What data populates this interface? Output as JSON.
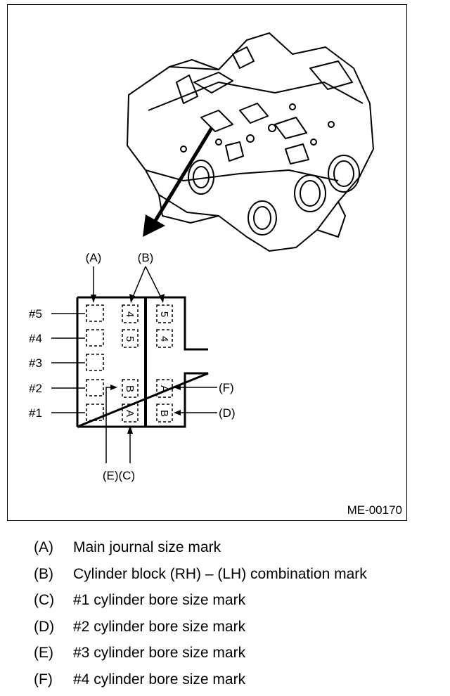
{
  "figure": {
    "code": "ME-00170",
    "callouts": {
      "A": "(A)",
      "B": "(B)",
      "C": "(C)",
      "D": "(D)",
      "E": "(E)",
      "F": "(F)",
      "EC": "(E)(C)"
    },
    "cylinders": [
      "#5",
      "#4",
      "#3",
      "#2",
      "#1"
    ],
    "left_marks": [
      "4",
      "5",
      "B",
      "A"
    ],
    "right_marks": [
      "5",
      "4",
      "A",
      "B"
    ]
  },
  "legend": [
    {
      "key": "(A)",
      "text": "Main journal size mark"
    },
    {
      "key": "(B)",
      "text": "Cylinder block (RH) – (LH) combination mark"
    },
    {
      "key": "(C)",
      "text": "#1 cylinder bore size mark"
    },
    {
      "key": "(D)",
      "text": "#2 cylinder bore size mark"
    },
    {
      "key": "(E)",
      "text": "#3 cylinder bore size mark"
    },
    {
      "key": "(F)",
      "text": "#4 cylinder bore size mark"
    }
  ]
}
